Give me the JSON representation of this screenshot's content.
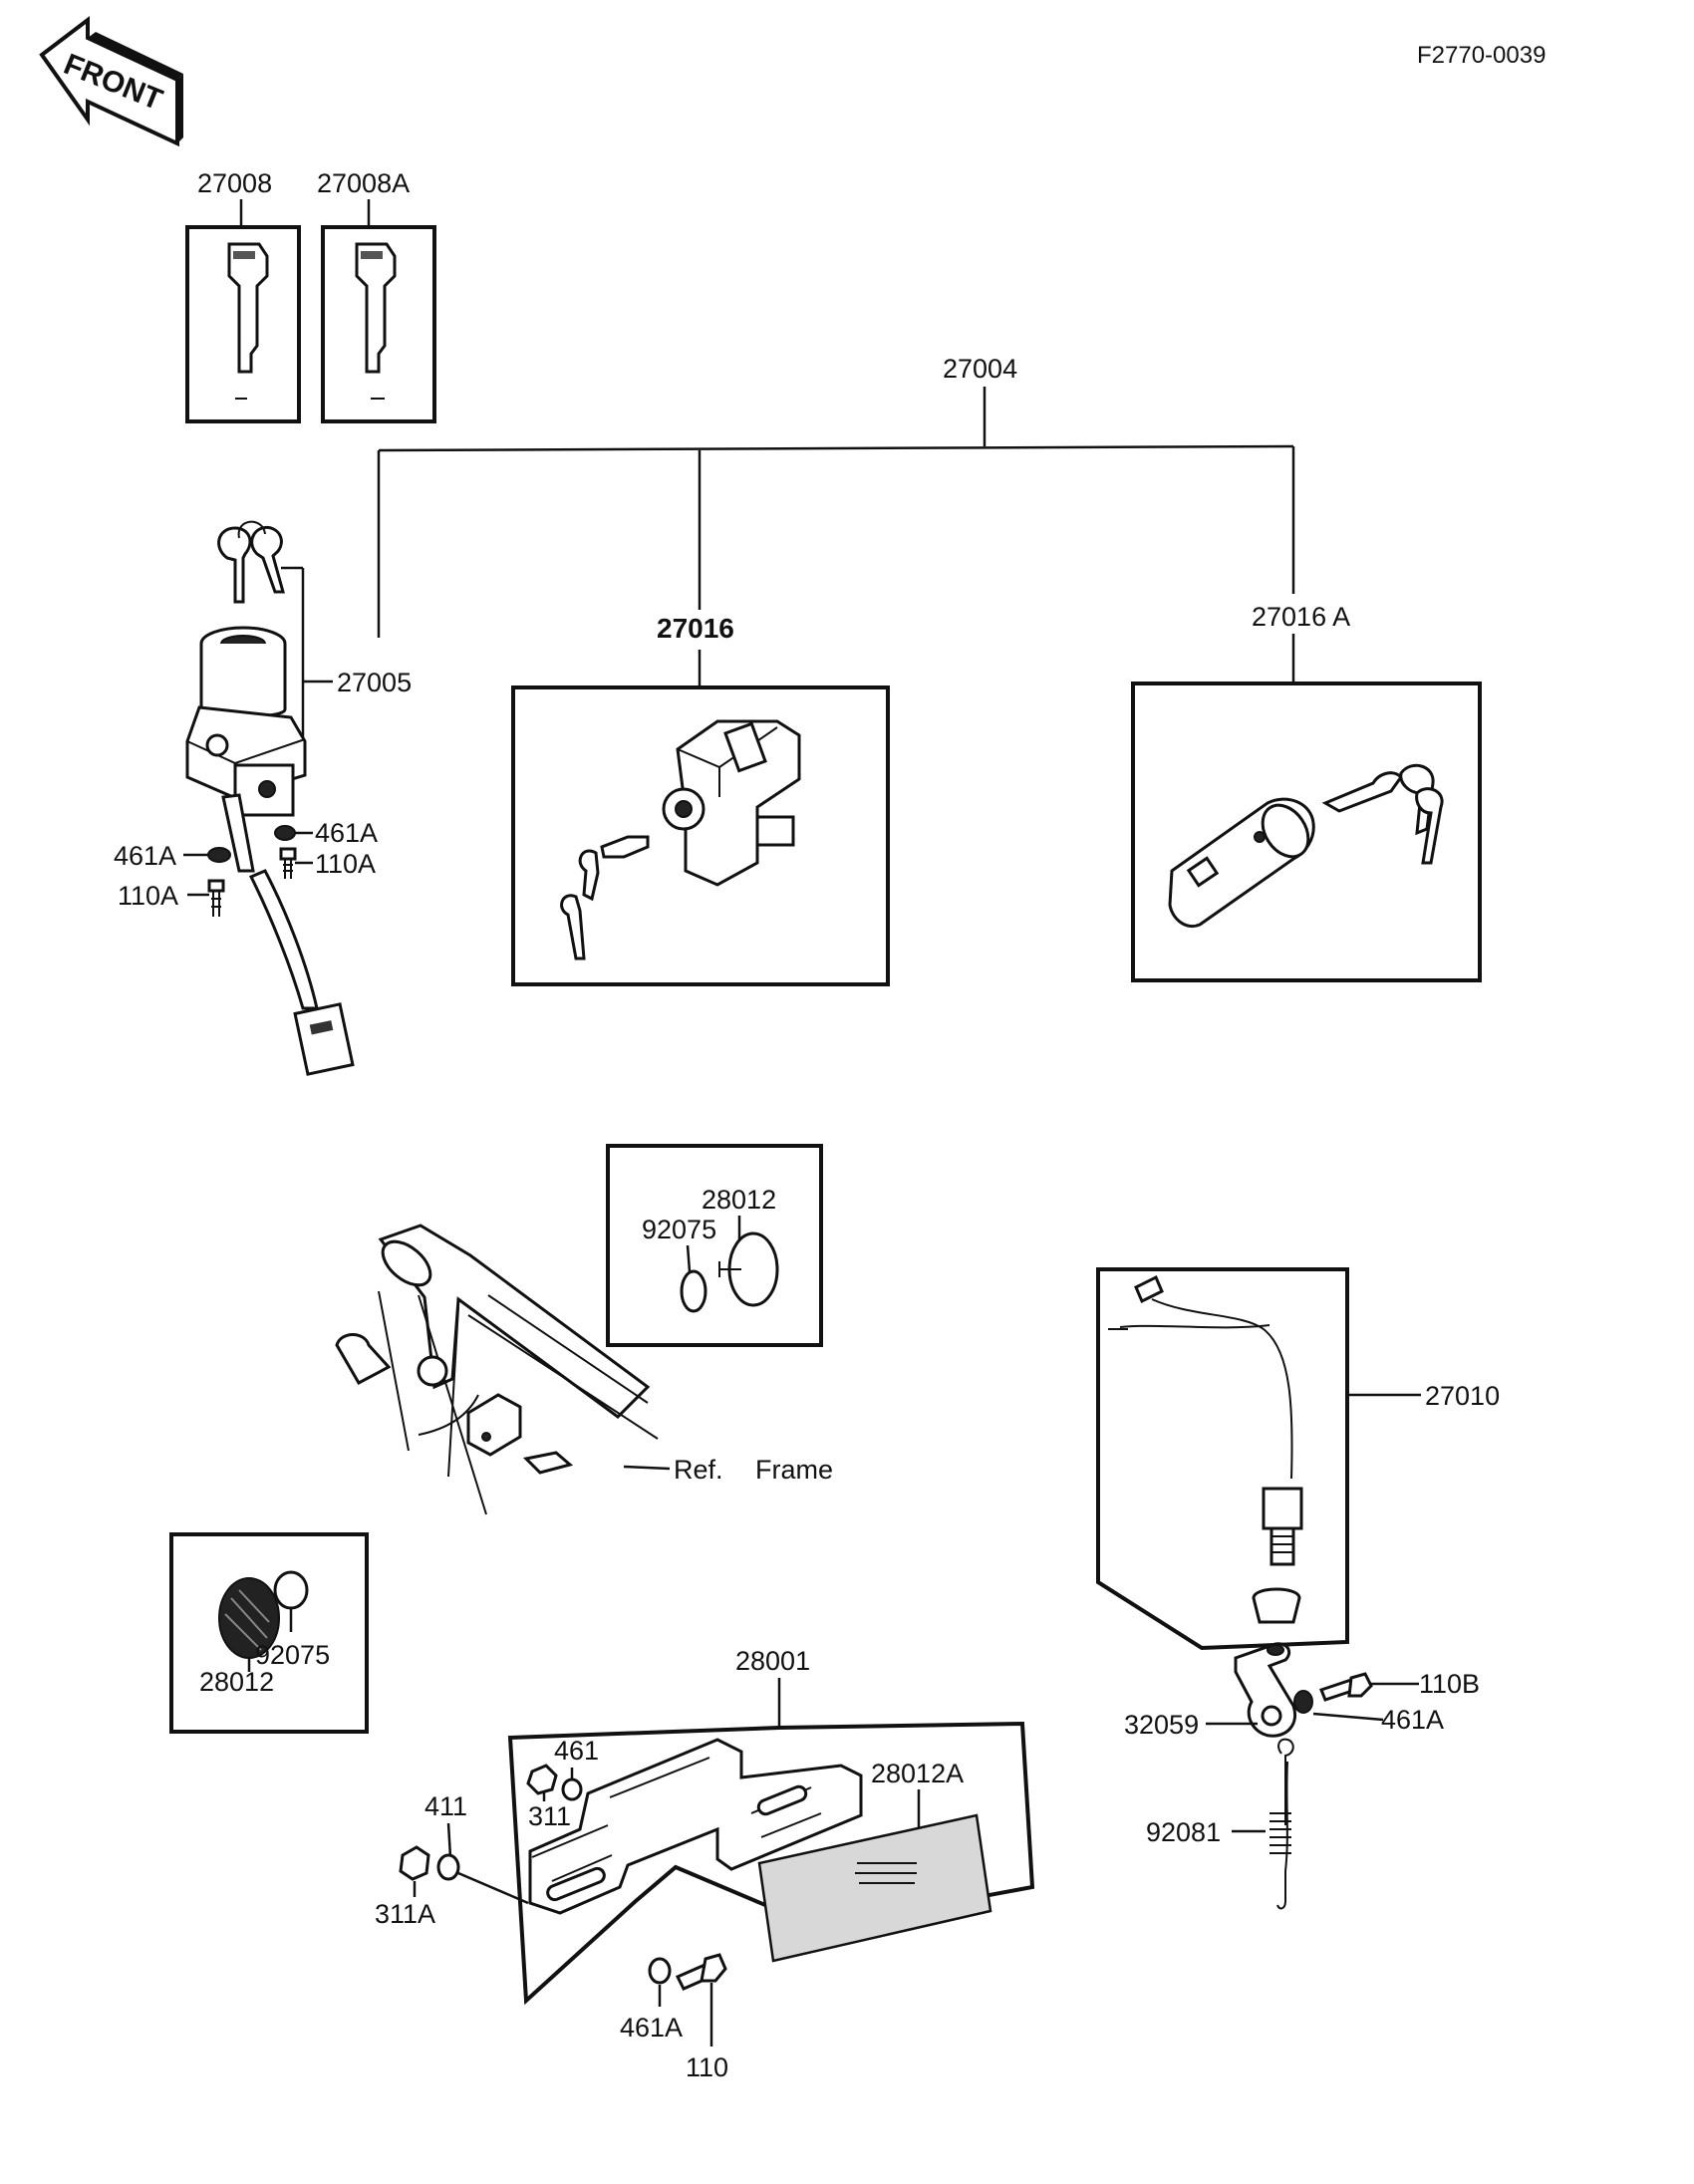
{
  "header": {
    "code": "F2770-0039",
    "front_arrow": "FRONT"
  },
  "callouts": {
    "p27008": "27008",
    "p27008A": "27008A",
    "p27004": "27004",
    "p27005": "27005",
    "p27016": "27016",
    "p27016A": "27016 A",
    "p461A_right": "461A",
    "p110A_right": "110A",
    "p461A_left": "461A",
    "p110A_left": "110A",
    "p28012_box": "28012",
    "p92075_box": "92075",
    "ref_frame_prefix": "Ref.",
    "ref_frame_word": "Frame",
    "p27010": "27010",
    "p92075_left": "92075",
    "p28012_left": "28012",
    "p28001": "28001",
    "p461_top": "461",
    "p311_top": "311",
    "p411": "411",
    "p311A": "311A",
    "p28012A": "28012A",
    "p461A_bottom": "461A",
    "p110_bottom": "110",
    "p110B": "110B",
    "p32059": "32059",
    "p461A_bracket": "461A",
    "p92081": "92081"
  }
}
